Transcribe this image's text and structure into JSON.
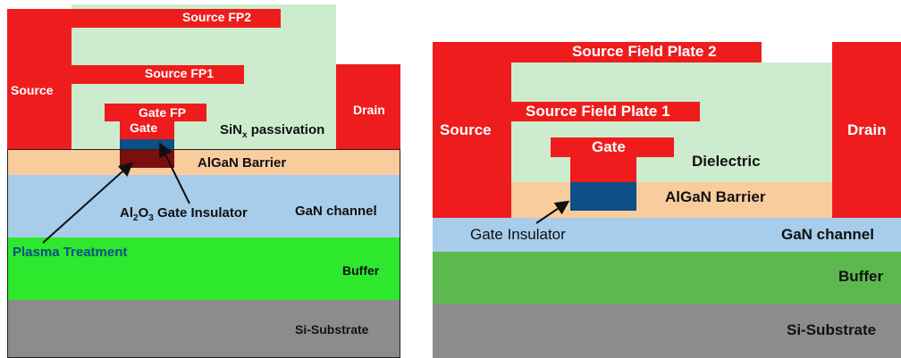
{
  "left": {
    "source": "Source",
    "drain": "Drain",
    "source_fp2": "Source FP2",
    "source_fp1": "Source FP1",
    "gate_fp": "Gate FP",
    "gate": "Gate",
    "sinx_pre": "SiN",
    "sinx_sub": "x",
    "sinx_post": " passivation",
    "algan_barrier": "AlGaN Barrier",
    "al2o3_pre": "Al",
    "al2o3_sub1": "2",
    "al2o3_mid": "O",
    "al2o3_sub2": "3",
    "al2o3_post": " Gate Insulator",
    "gan_channel": "GaN channel",
    "plasma_treatment": "Plasma Treatment",
    "buffer": "Buffer",
    "si_substrate": "Si-Substrate"
  },
  "right": {
    "source": "Source",
    "drain": "Drain",
    "source_fp2": "Source Field Plate 2",
    "source_fp1": "Source Field Plate 1",
    "gate": "Gate",
    "dielectric": "Dielectric",
    "algan_barrier": "AlGaN Barrier",
    "gate_insulator": "Gate Insulator",
    "gan_channel": "GaN channel",
    "buffer": "Buffer",
    "si_substrate": "Si-Substrate"
  },
  "colors": {
    "metal_red": "#ee1c1c",
    "passivation_light_green": "#cdeccd",
    "algan_peach": "#f9cc9d",
    "gan_blue": "#a7cdea",
    "buffer_green_left": "#2ee82e",
    "buffer_green_right": "#5db94f",
    "substrate_gray": "#8c8c8c",
    "gate_insulator_navy": "#0d4f86",
    "plasma_darkred": "#7a0f0f"
  }
}
